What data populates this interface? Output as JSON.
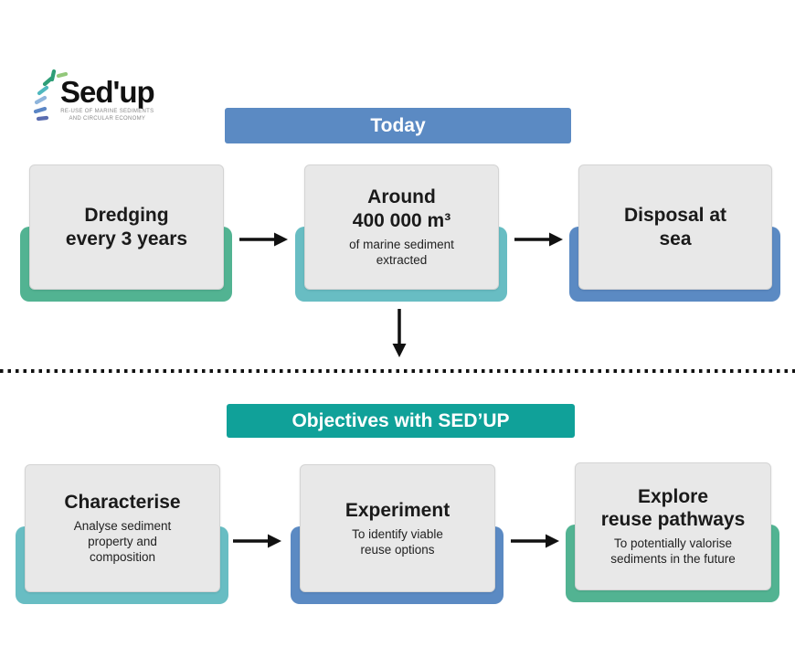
{
  "logo": {
    "brand": "Sed'up",
    "tagline": "RE-USE OF MARINE SEDIMENTS\nAND CIRCULAR ECONOMY"
  },
  "colors": {
    "banner_blue": "#5B8AC3",
    "banner_teal": "#10A199",
    "shape_green": "#52B392",
    "shape_teal": "#68BDC3",
    "shape_blue": "#5B8AC3",
    "box_fill": "#E8E8E8",
    "box_border": "#D4D4D4",
    "arrow": "#111111"
  },
  "today": {
    "banner_label": "Today",
    "banner_accent": "banner_blue",
    "boxes": [
      {
        "title": "Dredging\nevery 3 years",
        "subtitle": "",
        "accent": "shape_green"
      },
      {
        "title": "Around\n400 000 m³",
        "subtitle": "of marine sediment\nextracted",
        "accent": "shape_teal"
      },
      {
        "title": "Disposal at\nsea",
        "subtitle": "",
        "accent": "shape_blue"
      }
    ]
  },
  "objectives": {
    "banner_label": "Objectives with SED’UP",
    "banner_accent": "banner_teal",
    "boxes": [
      {
        "title": "Characterise",
        "subtitle": "Analyse sediment\nproperty and\ncomposition",
        "accent": "shape_teal"
      },
      {
        "title": "Experiment",
        "subtitle": "To identify viable\nreuse options",
        "accent": "shape_blue"
      },
      {
        "title": "Explore\nreuse pathways",
        "subtitle": "To potentially valorise\nsediments in the future",
        "accent": "shape_green"
      }
    ]
  }
}
